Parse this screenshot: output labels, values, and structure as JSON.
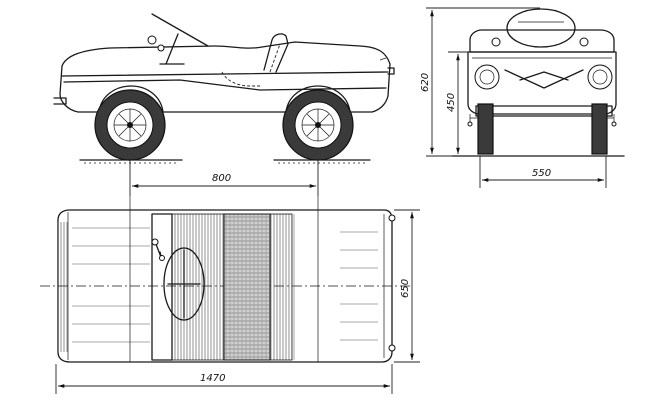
{
  "drawing": {
    "type": "technical-drawing",
    "views": [
      "side-view",
      "front-view",
      "top-view"
    ],
    "line_color": "#1a1a1a",
    "background": "#ffffff",
    "dimensions": {
      "wheelbase": "800",
      "overall_height": "620",
      "body_height": "450",
      "track_width": "550",
      "overall_width": "650",
      "overall_length": "1470"
    }
  }
}
